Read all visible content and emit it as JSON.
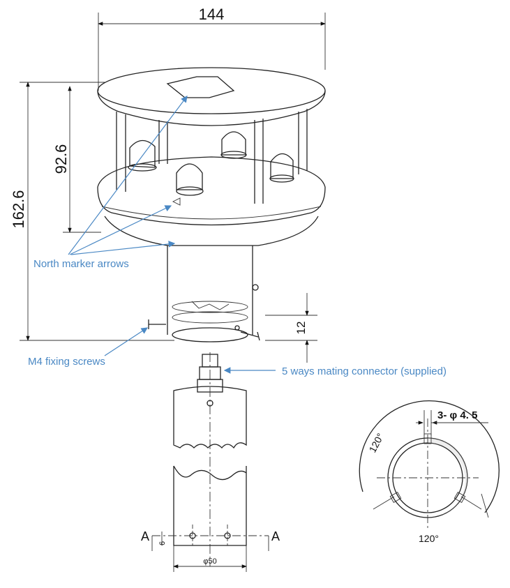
{
  "dimensions": {
    "width": "144",
    "height_total": "162.6",
    "height_upper": "92.6",
    "screw_height": "12",
    "pipe_diameter": "φ50",
    "small_offset": "6",
    "section_marker": "A",
    "angle_top": "120°",
    "angle_bottom": "120°",
    "holes": "3- φ 4. 5"
  },
  "callouts": {
    "north_marker": "North marker arrows",
    "fixing_screws": "M4 fixing screws",
    "connector": "5 ways mating connector (supplied)"
  },
  "colors": {
    "callout": "#4a88c4",
    "line": "#222222"
  }
}
